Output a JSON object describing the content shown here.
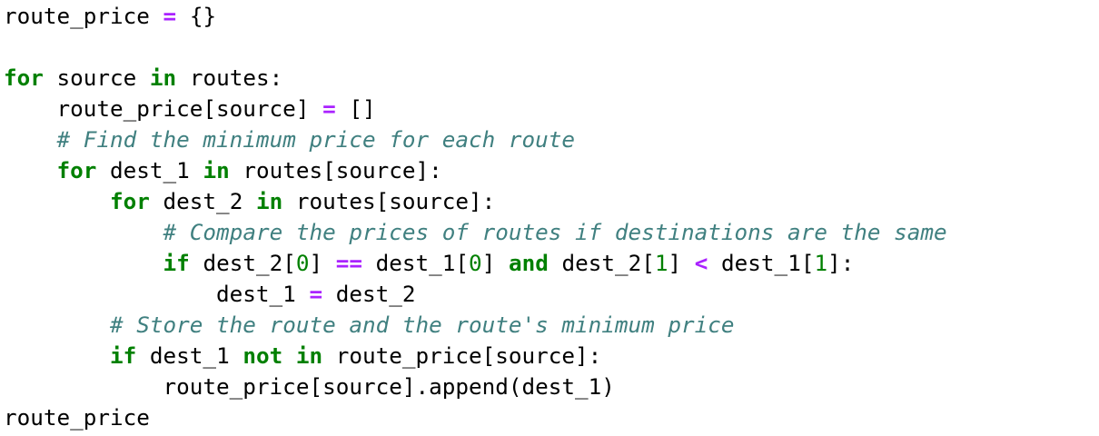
{
  "lines": [
    [
      [
        "t",
        "route_price "
      ],
      [
        "o",
        "="
      ],
      [
        "t",
        " {}"
      ]
    ],
    [],
    [
      [
        "k",
        "for"
      ],
      [
        "t",
        " source "
      ],
      [
        "k",
        "in"
      ],
      [
        "t",
        " routes:"
      ]
    ],
    [
      [
        "t",
        "    route_price[source] "
      ],
      [
        "o",
        "="
      ],
      [
        "t",
        " []"
      ]
    ],
    [
      [
        "t",
        "    "
      ],
      [
        "c",
        "# Find the minimum price for each route"
      ]
    ],
    [
      [
        "t",
        "    "
      ],
      [
        "k",
        "for"
      ],
      [
        "t",
        " dest_1 "
      ],
      [
        "k",
        "in"
      ],
      [
        "t",
        " routes[source]:"
      ]
    ],
    [
      [
        "t",
        "        "
      ],
      [
        "k",
        "for"
      ],
      [
        "t",
        " dest_2 "
      ],
      [
        "k",
        "in"
      ],
      [
        "t",
        " routes[source]:"
      ]
    ],
    [
      [
        "t",
        "            "
      ],
      [
        "c",
        "# Compare the prices of routes if destinations are the same"
      ]
    ],
    [
      [
        "t",
        "            "
      ],
      [
        "k",
        "if"
      ],
      [
        "t",
        " dest_2["
      ],
      [
        "n",
        "0"
      ],
      [
        "t",
        "] "
      ],
      [
        "o",
        "=="
      ],
      [
        "t",
        " dest_1["
      ],
      [
        "n",
        "0"
      ],
      [
        "t",
        "] "
      ],
      [
        "k",
        "and"
      ],
      [
        "t",
        " dest_2["
      ],
      [
        "n",
        "1"
      ],
      [
        "t",
        "] "
      ],
      [
        "o",
        "<"
      ],
      [
        "t",
        " dest_1["
      ],
      [
        "n",
        "1"
      ],
      [
        "t",
        "]:"
      ]
    ],
    [
      [
        "t",
        "                dest_1 "
      ],
      [
        "o",
        "="
      ],
      [
        "t",
        " dest_2"
      ]
    ],
    [
      [
        "t",
        "        "
      ],
      [
        "c",
        "# Store the route and the route's minimum price"
      ]
    ],
    [
      [
        "t",
        "        "
      ],
      [
        "k",
        "if"
      ],
      [
        "t",
        " dest_1 "
      ],
      [
        "k",
        "not"
      ],
      [
        "t",
        " "
      ],
      [
        "k",
        "in"
      ],
      [
        "t",
        " route_price[source]:"
      ]
    ],
    [
      [
        "t",
        "            route_price[source].append(dest_1)"
      ]
    ],
    [
      [
        "t",
        "route_price"
      ]
    ]
  ]
}
